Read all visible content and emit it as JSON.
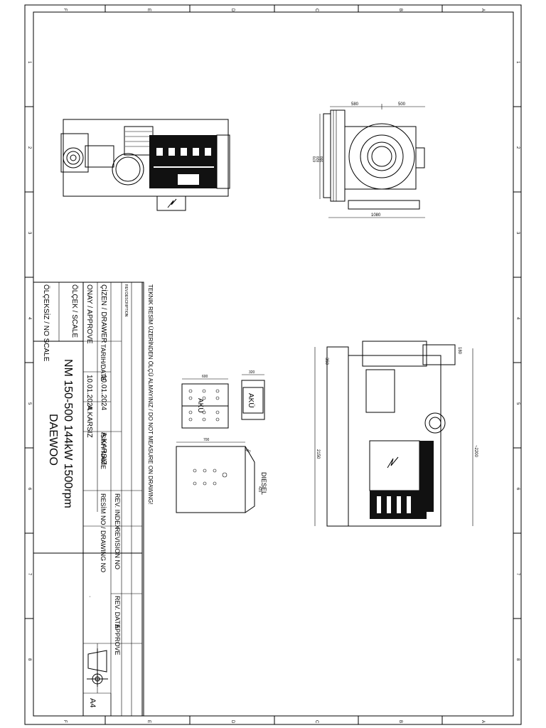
{
  "sheet": {
    "zones_letters": [
      "F",
      "E",
      "D",
      "C",
      "B",
      "A"
    ],
    "zones_numbers": [
      "1",
      "2",
      "3",
      "4",
      "5",
      "6",
      "7",
      "8"
    ],
    "paper_size": "A4"
  },
  "title_block": {
    "warning": "TEKNIK RESİM ÜZERİNDEN ÖLÇÜ ALMAYINIZ / DO NOT MEASURE ON DRAWING!",
    "rev_description": "REV.DESCRIPTION",
    "drawer_label": "ÇİZEN / DRAWER",
    "approve_label": "ONAY / APPROVE",
    "scale_label": "ÖLÇEK / SCALE",
    "scale_value": "ÖLÇEKSİZ / NO SCALE",
    "date_header": "TARIH/DATE",
    "name_header": "İSİM / NAME",
    "draw_date": "10.01.2024",
    "draw_name": "A.KARSIZ",
    "approve_date": "10.01.2024",
    "approve_name": "A.KARSIZ",
    "title_line1": "NM 150-500 144kW 1500rpm",
    "title_line2": "DAEWOO",
    "drawing_no_label": "RESİM NO / DRAWING NO",
    "rev_index": "REV. INDEX",
    "revision_no": "REVISION NO",
    "rev_date": "REV. DATE",
    "approve_col": "APPROVE",
    "dot": "."
  },
  "views": {
    "pump_end": {
      "dim_width": "580",
      "dim_offset": "500",
      "dim_h1": "670",
      "dim_h2": "820",
      "dim_h3": "990",
      "dim_base": "1080"
    },
    "side": {
      "dim_length": "2150",
      "dim_height": "~2200",
      "dim_350": "350",
      "dim_180": "180"
    },
    "battery": {
      "dim_w1": "600",
      "dim_w2": "320",
      "label1": "AKÜ",
      "label2": "AKÜ"
    },
    "tank": {
      "dim_w": "700",
      "dim_d": "300",
      "dim_h": "420",
      "label": "DIESEL"
    }
  }
}
